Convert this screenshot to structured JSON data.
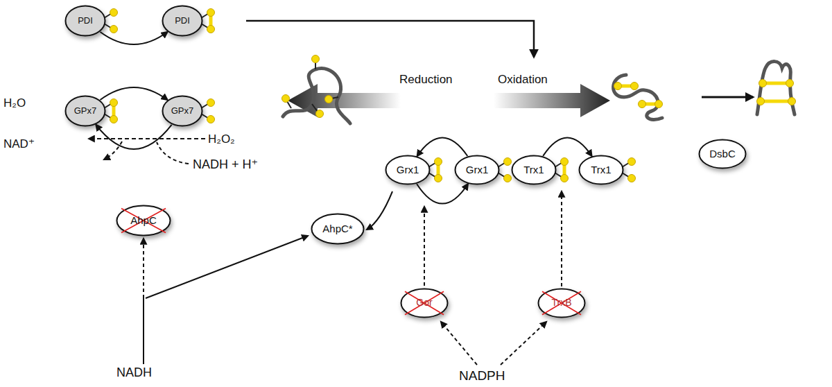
{
  "diagram": {
    "nodes": [
      {
        "text": [
          "PDI"
        ]
      },
      {
        "text": [
          "PDI"
        ]
      },
      {
        "text": [
          "GPx7"
        ]
      },
      {
        "text": [
          "GPx7"
        ]
      },
      {
        "text": [
          "AhpC"
        ]
      },
      {
        "text": [
          "AhpC*"
        ]
      },
      {
        "text": [
          "Grx1"
        ]
      },
      {
        "text": [
          "Grx1"
        ]
      },
      {
        "text": [
          "Trx1"
        ]
      },
      {
        "text": [
          "Trx1"
        ]
      },
      {
        "text": [
          "Gor"
        ]
      },
      {
        "text": [
          "TrxB"
        ]
      },
      {
        "text": [
          "DsbC"
        ]
      }
    ],
    "edges": [
      {
        "from": 0,
        "to": 1,
        "arrow": "to"
      },
      {
        "from": 2,
        "to": 3,
        "arrow": "to"
      },
      {
        "from": 3,
        "to": 2,
        "arrow": "to"
      },
      {
        "from": 7,
        "to": 6,
        "arrow": "to"
      },
      {
        "from": 6,
        "to": 7,
        "arrow": "to"
      },
      {
        "from": 8,
        "to": 9,
        "arrow": "to"
      }
    ],
    "labels": [
      "H₂O",
      "NAD⁺",
      "H₂O₂",
      "NADH + H⁺",
      "Reduction",
      "Oxidation",
      "NADH",
      "NADPH"
    ]
  }
}
